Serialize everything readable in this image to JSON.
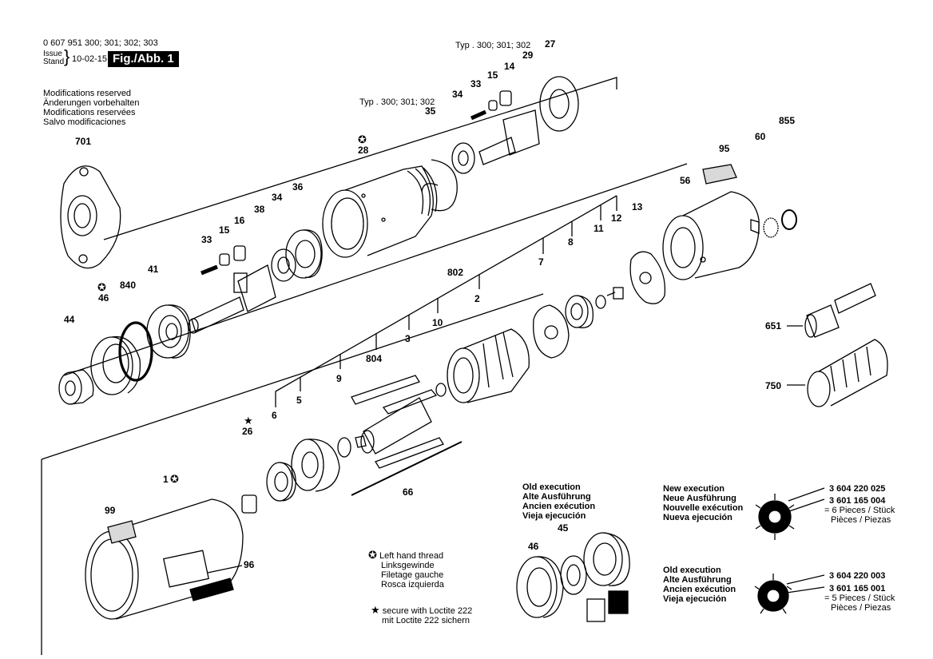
{
  "header": {
    "model_line": "0 607 951 300; 301; 302; 303",
    "issue_label": "Issue",
    "stand_label": "Stand",
    "date": "10-02-15",
    "figure_label": "Fig./Abb. 1"
  },
  "modifications": [
    "Modifications reserved",
    "Änderungen vorbehalten",
    "Modifications reservées",
    "Salvo modificaciones"
  ],
  "type_labels": {
    "top": "Typ . 300; 301; 302",
    "mid": "Typ . 300; 301; 302"
  },
  "parts": {
    "p701": "701",
    "p46": "46",
    "p840": "840",
    "p41": "41",
    "p44": "44",
    "p33a": "33",
    "p15a": "15",
    "p16": "16",
    "p38": "38",
    "p34a": "34",
    "p36": "36",
    "p28": "28",
    "p35": "35",
    "p34b": "34",
    "p33b": "33",
    "p15b": "15",
    "p14": "14",
    "p29": "29",
    "p27": "27",
    "p95": "95",
    "p56": "56",
    "p60": "60",
    "p855": "855",
    "p13": "13",
    "p12": "12",
    "p11": "11",
    "p8": "8",
    "p7": "7",
    "p802": "802",
    "p2": "2",
    "p10": "10",
    "p3": "3",
    "p804": "804",
    "p9": "9",
    "p5": "5",
    "p6": "6",
    "p26": "26",
    "p66": "66",
    "p1": "1",
    "p99": "99",
    "p96": "96",
    "p651": "651",
    "p750": "750",
    "p45": "45",
    "p46b": "46"
  },
  "old_exec_left": [
    "Old execution",
    "Alte Ausführung",
    "Ancien exécution",
    "Vieja ejecución"
  ],
  "legend_thread": [
    "Left hand thread",
    "Linksgewinde",
    "Filetage gauche",
    "Rosca izquierda"
  ],
  "legend_loctite": [
    "secure with Loctite 222",
    "mit Loctite 222 sichern"
  ],
  "new_exec": {
    "lines": [
      "New execution",
      "Neue Ausführung",
      "Nouvelle exécution",
      "Nueva ejecución"
    ],
    "num1": "3 604 220 025",
    "num2": "3 601 165 004",
    "qty": "= 6 Pieces / Stück",
    "qty2": "Pièces / Piezas"
  },
  "old_exec_right": {
    "lines": [
      "Old execution",
      "Alte Ausführung",
      "Ancien exécution",
      "Vieja ejecución"
    ],
    "num1": "3 604 220 003",
    "num2": "3 601 165 001",
    "qty": "= 5 Pieces / Stück",
    "qty2": "Pièces / Piezas"
  },
  "colors": {
    "ink": "#000000",
    "paper": "#ffffff",
    "shade": "#d9d9d9"
  }
}
